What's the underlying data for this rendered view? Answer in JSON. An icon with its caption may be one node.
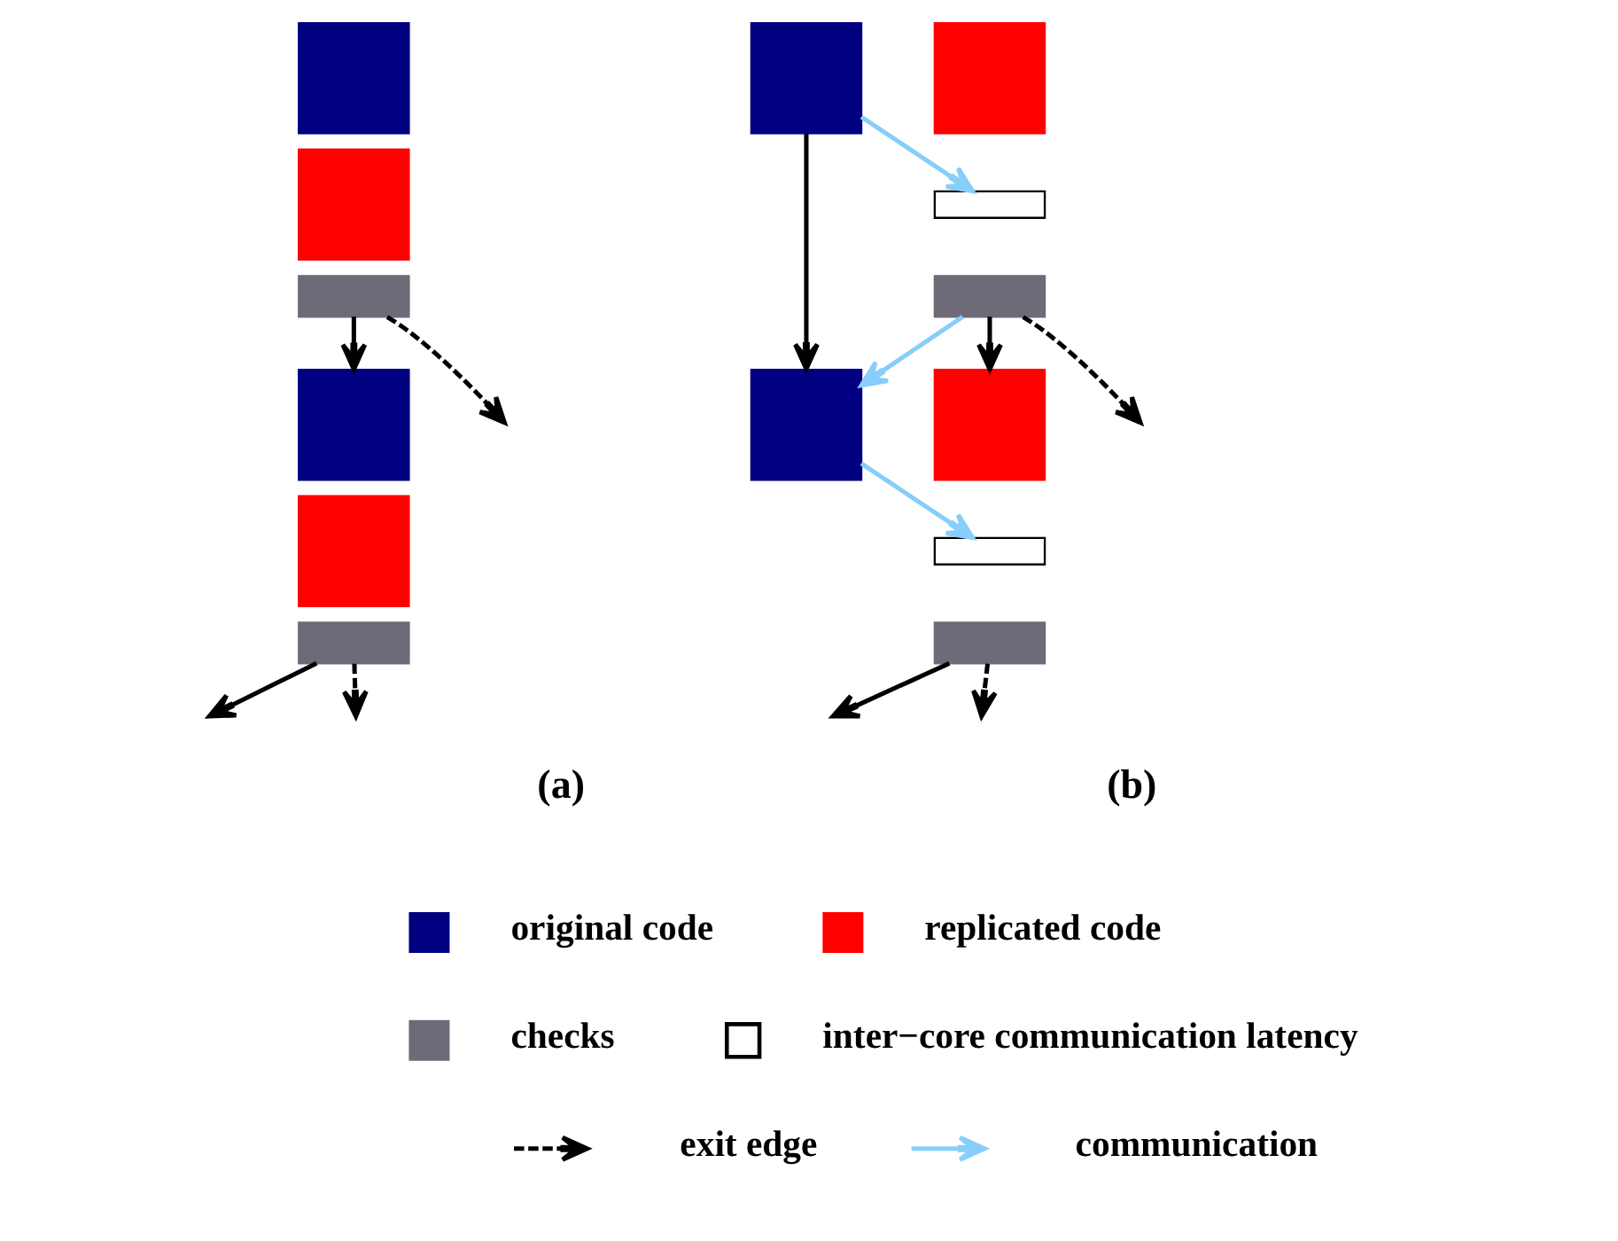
{
  "diagram": {
    "nodes": [
      {
        "text": [],
        "shape": "box"
      },
      {
        "text": [],
        "shape": "box"
      },
      {
        "text": [],
        "shape": "box"
      },
      {
        "text": [],
        "shape": "box"
      },
      {
        "text": [],
        "shape": "box"
      },
      {
        "text": [],
        "shape": "box"
      },
      {
        "text": [],
        "shape": "box"
      },
      {
        "text": [],
        "shape": "box"
      },
      {
        "text": [],
        "shape": "box"
      },
      {
        "text": [],
        "shape": "box"
      },
      {
        "text": [],
        "shape": "box"
      },
      {
        "text": [],
        "shape": "box"
      },
      {
        "text": [],
        "shape": "box"
      },
      {
        "text": [],
        "shape": "box"
      }
    ],
    "edges": [
      {
        "from": 2,
        "to": 3,
        "arrow": "to"
      },
      {
        "from": 2,
        "to": null,
        "arrow": "to",
        "style": "dashed"
      },
      {
        "from": 5,
        "to": null,
        "arrow": "to"
      },
      {
        "from": 5,
        "to": null,
        "arrow": "to",
        "style": "dashed"
      },
      {
        "from": 6,
        "to": 10,
        "arrow": "to"
      },
      {
        "from": 6,
        "to": 8,
        "arrow": "to",
        "color": "#87cefa"
      },
      {
        "from": 9,
        "to": 10,
        "arrow": "to",
        "color": "#87cefa"
      },
      {
        "from": 9,
        "to": 11,
        "arrow": "to"
      },
      {
        "from": 9,
        "to": null,
        "arrow": "to",
        "style": "dashed"
      },
      {
        "from": 10,
        "to": 12,
        "arrow": "to",
        "color": "#87cefa"
      },
      {
        "from": 13,
        "to": null,
        "arrow": "to"
      },
      {
        "from": 13,
        "to": null,
        "arrow": "to",
        "style": "dashed"
      }
    ],
    "labels": [
      "(a)",
      "(b)"
    ],
    "legend": [
      {
        "text": "original code",
        "color": "#000080"
      },
      {
        "text": "replicated code",
        "color": "#ff0000"
      },
      {
        "text": "checks",
        "color": "#6e6a78"
      },
      {
        "text": "inter−core communication latency"
      },
      {
        "text": "exit edge"
      },
      {
        "text": "communication"
      }
    ]
  }
}
